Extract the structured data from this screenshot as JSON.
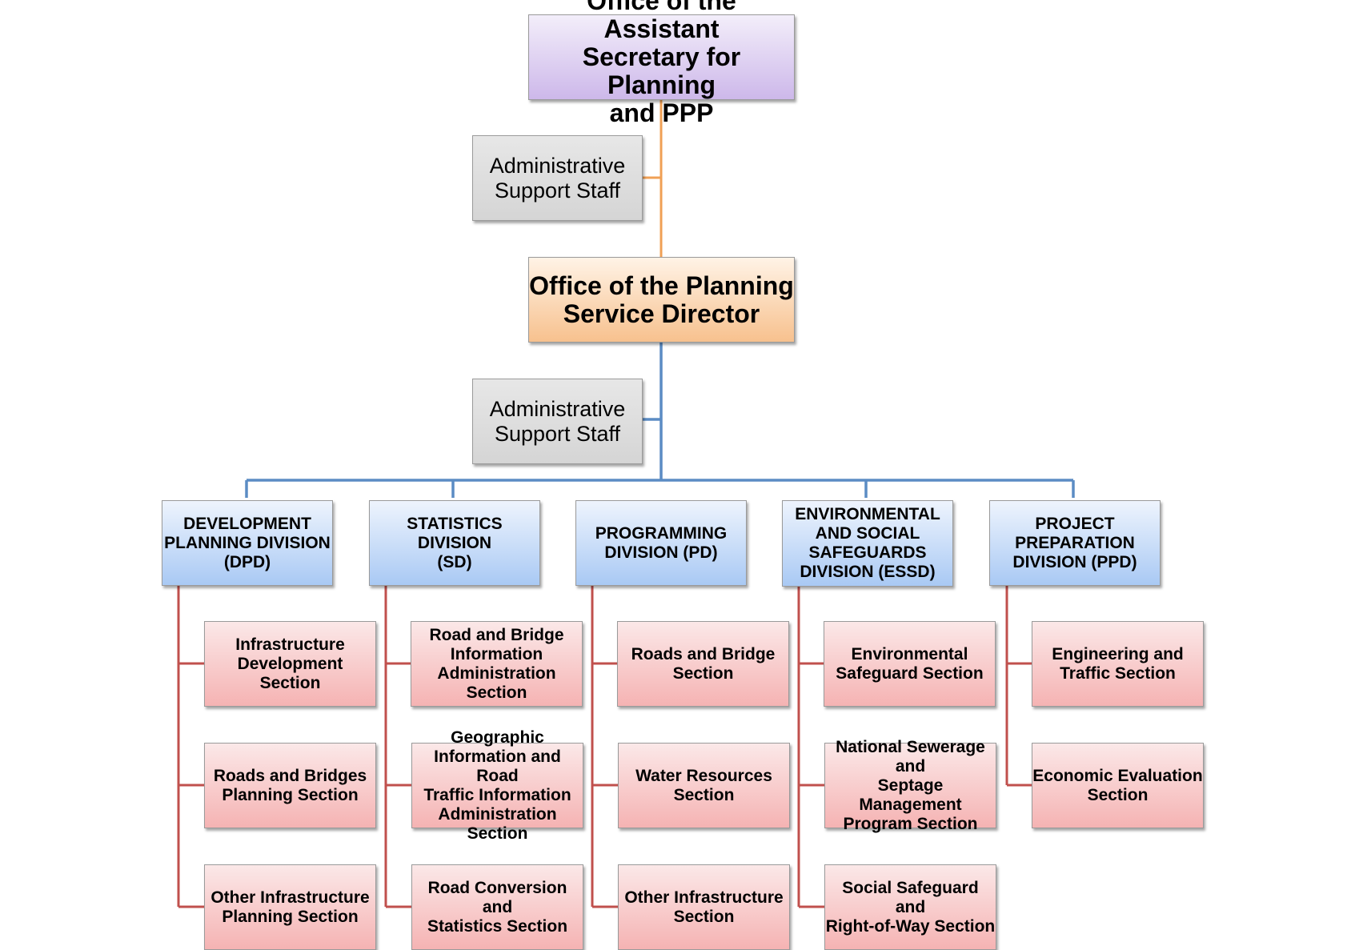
{
  "org_chart": {
    "top_office": "Office of the Assistant\nSecretary for Planning\nand PPP",
    "top_admin_support": "Administrative\nSupport Staff",
    "director_office": "Office of the Planning\nService Director",
    "director_admin_support": "Administrative\nSupport Staff",
    "divisions": [
      {
        "name": "DEVELOPMENT\nPLANNING DIVISION\n(DPD)",
        "sections": [
          "Infrastructure\nDevelopment Section",
          "Roads and Bridges\nPlanning Section",
          "Other Infrastructure\nPlanning Section"
        ]
      },
      {
        "name": "STATISTICS DIVISION\n(SD)",
        "sections": [
          "Road and Bridge\nInformation\nAdministration Section",
          "Geographic\nInformation and Road\nTraffic Information\nAdministration Section",
          "Road Conversion and\nStatistics Section"
        ]
      },
      {
        "name": "PROGRAMMING\nDIVISION (PD)",
        "sections": [
          "Roads and Bridge\nSection",
          "Water Resources\nSection",
          "Other Infrastructure\nSection"
        ]
      },
      {
        "name": "ENVIRONMENTAL\nAND SOCIAL\nSAFEGUARDS\nDIVISION (ESSD)",
        "sections": [
          "Environmental\nSafeguard Section",
          "National Sewerage and\nSeptage Management\nProgram Section",
          "Social Safeguard and\nRight-of-Way Section"
        ]
      },
      {
        "name": "PROJECT\nPREPARATION\nDIVISION (PPD)",
        "sections": [
          "Engineering and\nTraffic Section",
          "Economic Evaluation\nSection"
        ]
      }
    ]
  },
  "colors": {
    "top_connector": "#f0a055",
    "division_connector": "#5b8cc4",
    "section_connector": "#c0504d"
  }
}
